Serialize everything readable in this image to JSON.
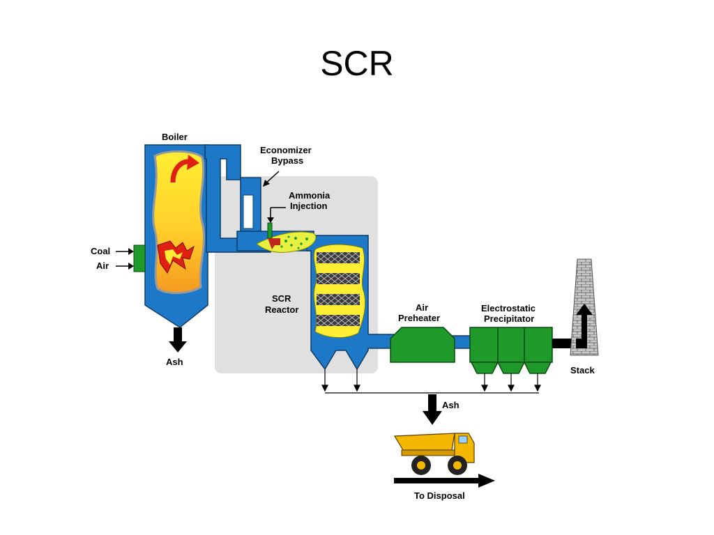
{
  "slide": {
    "title": "SCR"
  },
  "diagram": {
    "labels": {
      "boiler": "Boiler",
      "economizer_1": "Economizer",
      "economizer_2": "Bypass",
      "ammonia_1": "Ammonia",
      "ammonia_2": "Injection",
      "coal": "Coal",
      "air": "Air",
      "scr_1": "SCR",
      "scr_2": "Reactor",
      "air_preheater_1": "Air",
      "air_preheater_2": "Preheater",
      "esp_1": "Electrostatic",
      "esp_2": "Precipitator",
      "stack": "Stack",
      "ash_boiler": "Ash",
      "ash_main": "Ash",
      "to_disposal": "To Disposal"
    },
    "colors": {
      "duct_blue": "#1e78c8",
      "equipment_green": "#1f9a2a",
      "reactor_zone_gray": "#e0e0e0",
      "flame_yellow": "#ffee33",
      "flame_orange": "#f5a020",
      "flame_red": "#e02010",
      "truck_yellow": "#f5b800",
      "stack_gray": "#bdbdbd"
    }
  }
}
